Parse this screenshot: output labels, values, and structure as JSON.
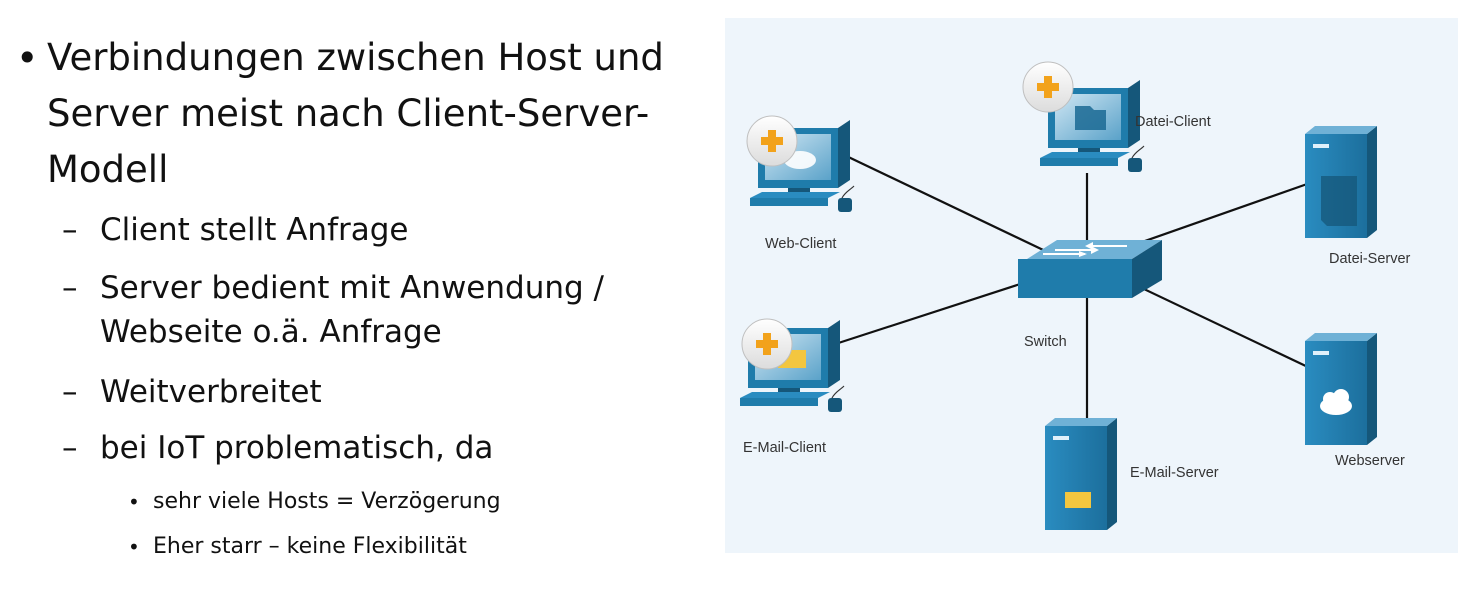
{
  "bullets": {
    "main": "Verbindungen zwischen Host und Server meist nach Client-Server-Modell",
    "main_lines": [
      "Verbindungen zwischen Host und",
      "Server meist nach Client-Server-",
      "Modell"
    ],
    "sub": [
      {
        "lines": [
          "Client stellt Anfrage"
        ]
      },
      {
        "lines": [
          "Server bedient mit Anwendung /",
          "Webseite o.ä. Anfrage"
        ]
      },
      {
        "lines": [
          "Weitverbreitet"
        ]
      },
      {
        "lines": [
          "bei IoT problematisch, da"
        ]
      }
    ],
    "subsub": [
      "sehr viele Hosts = Verzögerung",
      "Eher starr – keine Flexibilität"
    ]
  },
  "diagram": {
    "labels": {
      "web_client": "Web-Client",
      "datei_client": "Datei-Client",
      "datei_server": "Datei-Server",
      "switch": "Switch",
      "email_client": "E-Mail-Client",
      "email_server": "E-Mail-Server",
      "webserver": "Webserver"
    },
    "colors": {
      "device_blue": "#1f7cab",
      "device_dark": "#15577a",
      "link_line": "#111111",
      "badge_plus": "#f2a21b",
      "email_envelope": "#f3c63f",
      "background": "#eef5fb"
    }
  }
}
